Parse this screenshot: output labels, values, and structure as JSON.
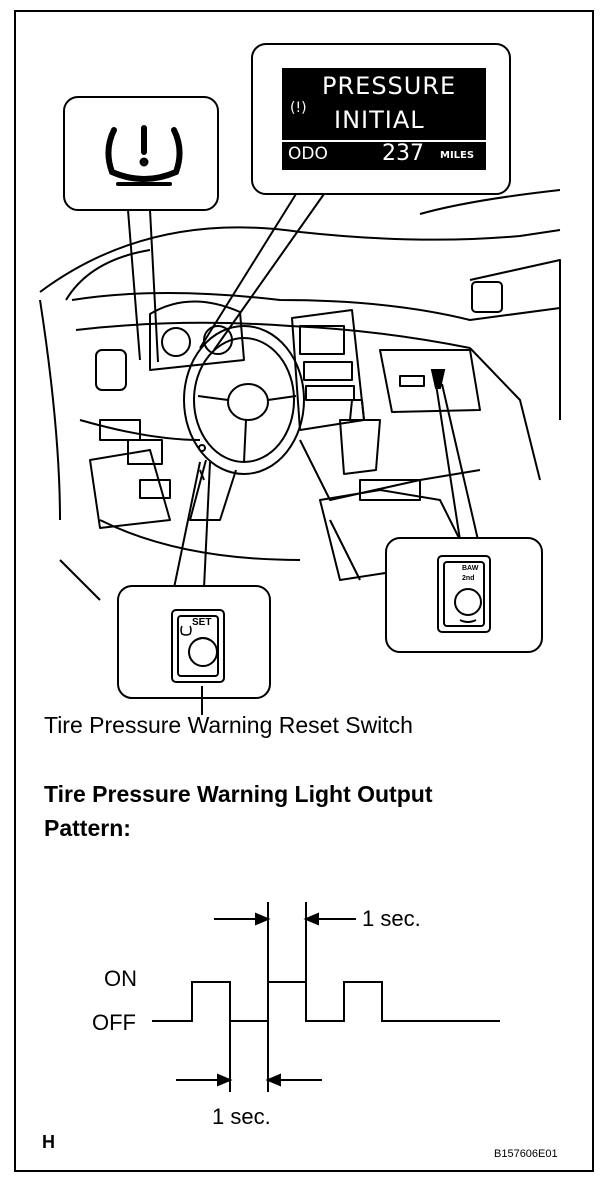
{
  "display": {
    "line1": "PRESSURE",
    "line2": "INITIAL",
    "odo_label": "ODO",
    "odo_value": "237",
    "odo_unit": "MILES"
  },
  "switch_label_left": "SET",
  "switch_label_right_top": "BAW",
  "switch_label_right_bottom": "2nd",
  "caption_switch": "Tire Pressure Warning Reset Switch",
  "heading": {
    "line1": "Tire Pressure Warning Light Output",
    "line2": "Pattern:"
  },
  "waveform": {
    "on_label": "ON",
    "off_label": "OFF",
    "interval_top": "1 sec.",
    "interval_bottom": "1 sec."
  },
  "footer": {
    "letter": "H",
    "code": "B157606E01"
  }
}
